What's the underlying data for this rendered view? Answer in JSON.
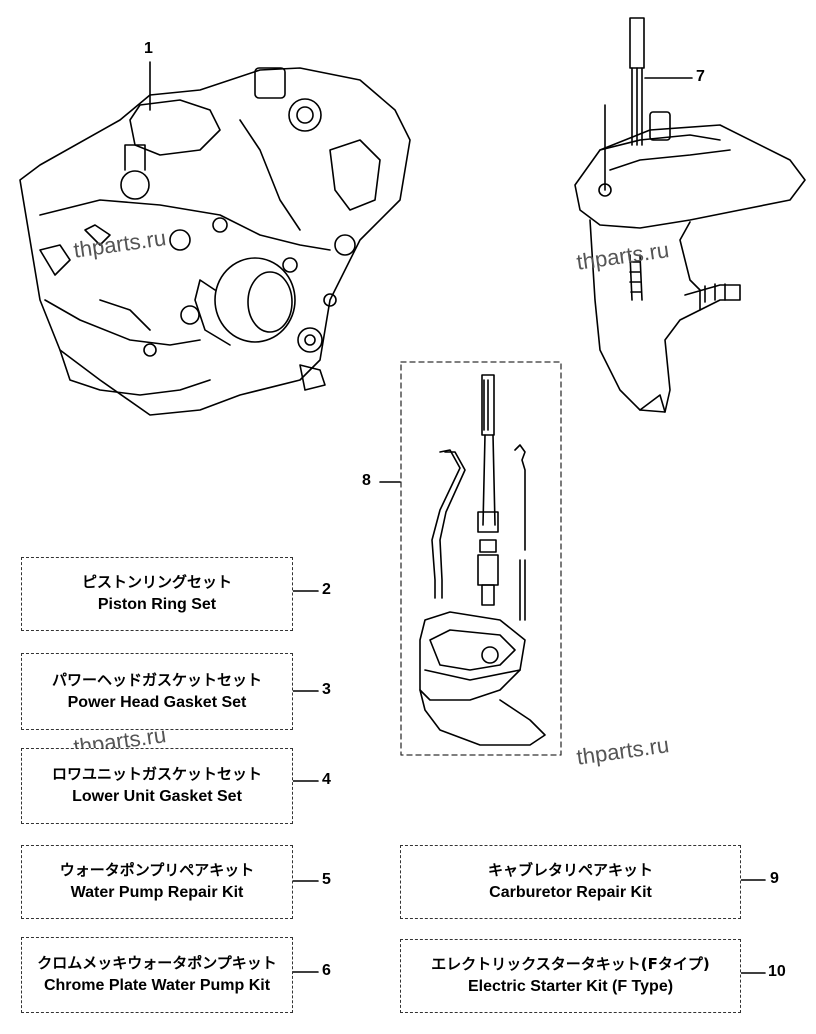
{
  "callouts": {
    "c1": "1",
    "c7": "7",
    "c8": "8",
    "c2": "2",
    "c3": "3",
    "c4": "4",
    "c5": "5",
    "c6": "6",
    "c9": "9",
    "c10": "10"
  },
  "kits": {
    "piston_ring": {
      "jp": "ピストンリングセット",
      "en": "Piston Ring Set"
    },
    "power_head_gasket": {
      "jp": "パワーヘッドガスケットセット",
      "en": "Power Head Gasket Set"
    },
    "lower_unit_gasket": {
      "jp": "ロワユニットガスケットセット",
      "en": "Lower Unit Gasket Set"
    },
    "water_pump": {
      "jp": "ウォータポンプリペアキット",
      "en": "Water Pump Repair Kit"
    },
    "chrome_water_pump": {
      "jp": "クロムメッキウォータポンプキット",
      "en": "Chrome Plate Water Pump Kit"
    },
    "carburetor": {
      "jp": "キャブレタリペアキット",
      "en": "Carburetor Repair Kit"
    },
    "electric_starter": {
      "jp": "エレクトリックスタータキット(Fタイプ)",
      "en": "Electric Starter Kit (F Type)"
    }
  },
  "watermarks": [
    "thparts.ru",
    "thparts.ru",
    "thparts.ru",
    "thparts.ru"
  ]
}
